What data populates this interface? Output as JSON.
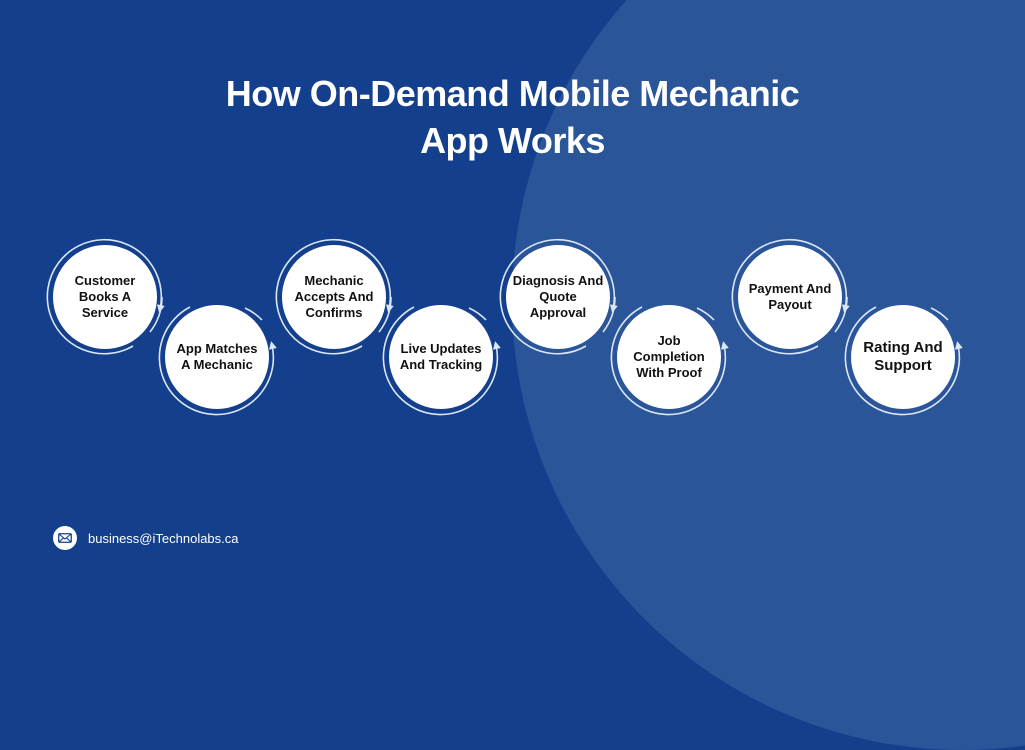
{
  "title": {
    "line1": "How On-Demand Mobile Mechanic",
    "line2": "App Works"
  },
  "steps": [
    {
      "label": "Customer Books A Service",
      "position": "top"
    },
    {
      "label": "App Matches A Mechanic",
      "position": "bottom"
    },
    {
      "label": "Mechanic Accepts And Confirms",
      "position": "top"
    },
    {
      "label": "Live Updates And Tracking",
      "position": "bottom"
    },
    {
      "label": "Diagnosis And Quote Approval",
      "position": "top"
    },
    {
      "label": "Job Completion With Proof",
      "position": "bottom"
    },
    {
      "label": "Payment And Payout",
      "position": "top"
    },
    {
      "label": "Rating And Support",
      "position": "bottom"
    }
  ],
  "footer": {
    "icon": "mail-icon",
    "email": "business@iTechnolabs.ca"
  },
  "colors": {
    "background": "#133f8d",
    "background_circle": "#2a5599",
    "node_fill": "#ffffff",
    "ring_stroke": "#dbe6f7",
    "text": "#111111"
  }
}
